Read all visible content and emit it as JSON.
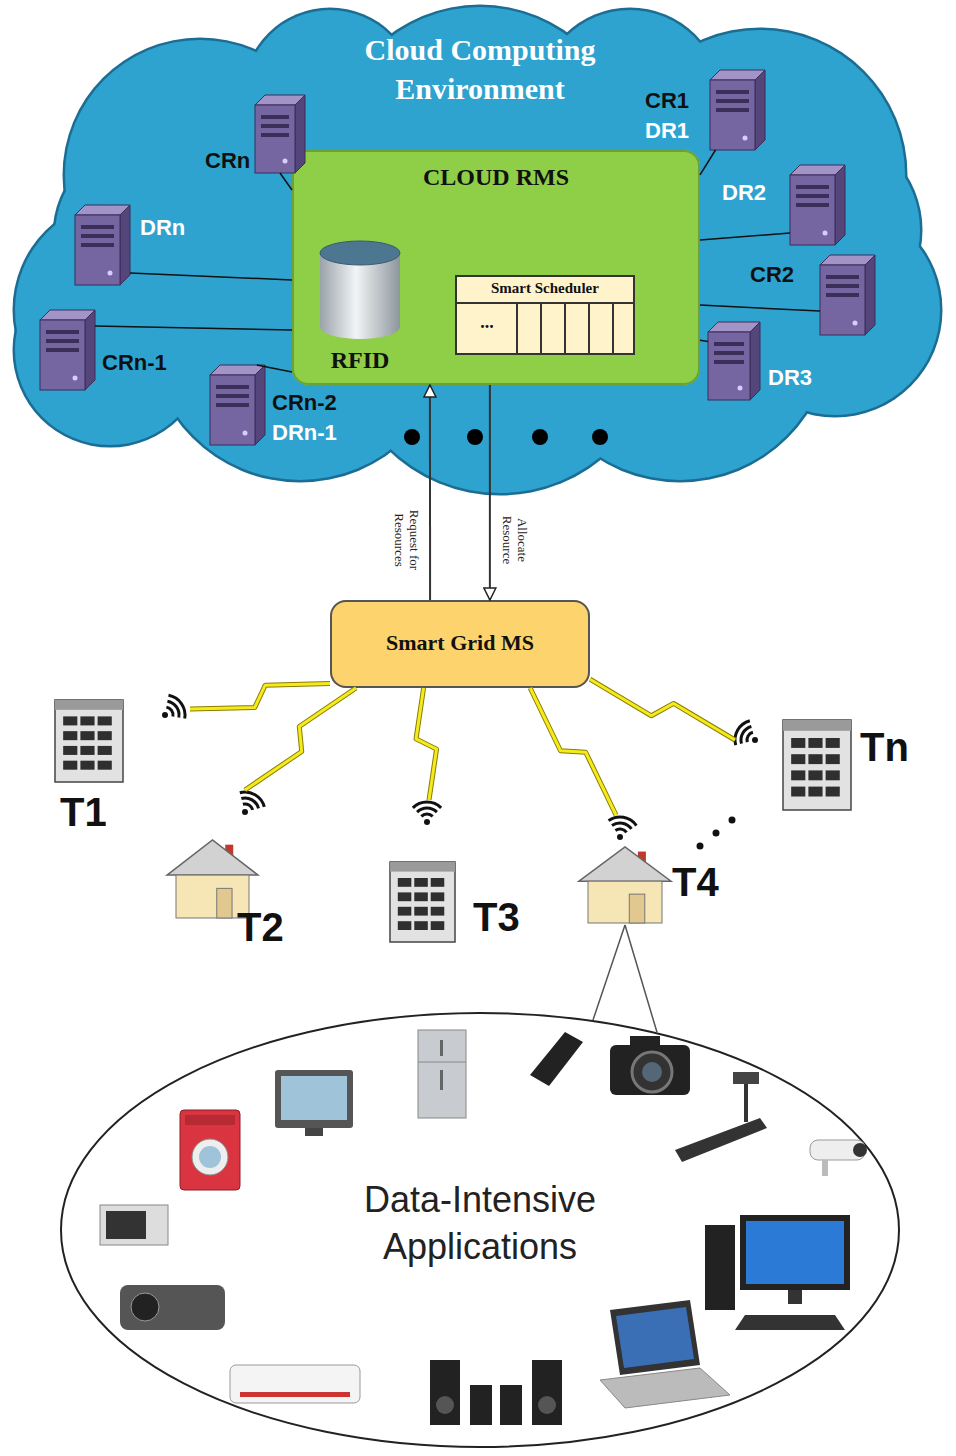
{
  "diagram": {
    "nodes": [
      {
        "text": [
          "Cloud Computing Environment"
        ]
      },
      {
        "text": [
          "CLOUD RMS"
        ],
        "in": 0
      },
      {
        "text": [
          "RFID"
        ],
        "in": 1
      },
      {
        "text": [
          "Smart Scheduler"
        ],
        "in": 1
      },
      {
        "text": [
          "CRn"
        ],
        "in": 0
      },
      {
        "text": [
          "CR1",
          "DR1"
        ],
        "in": 0
      },
      {
        "text": [
          "DR2"
        ],
        "in": 0
      },
      {
        "text": [
          "DRn"
        ],
        "in": 0
      },
      {
        "text": [
          "CR2"
        ],
        "in": 0
      },
      {
        "text": [
          "CRn-1"
        ],
        "in": 0
      },
      {
        "text": [
          "CRn-2",
          "DRn-1"
        ],
        "in": 0
      },
      {
        "text": [
          "DR3"
        ],
        "in": 0
      },
      {
        "text": [
          "Smart Grid MS"
        ]
      },
      {
        "text": [
          "T1"
        ]
      },
      {
        "text": [
          "T2"
        ]
      },
      {
        "text": [
          "T3"
        ]
      },
      {
        "text": [
          "T4"
        ]
      },
      {
        "text": [
          "Tn"
        ]
      },
      {
        "text": [
          "Data-Intensive Applications"
        ]
      }
    ],
    "edges": [
      {
        "from": 4,
        "to": 1,
        "arrow": "none"
      },
      {
        "from": 5,
        "to": 1,
        "arrow": "none"
      },
      {
        "from": 6,
        "to": 1,
        "arrow": "none"
      },
      {
        "from": 7,
        "to": 1,
        "arrow": "none"
      },
      {
        "from": 8,
        "to": 1,
        "arrow": "none"
      },
      {
        "from": 9,
        "to": 1,
        "arrow": "none"
      },
      {
        "from": 10,
        "to": 1,
        "arrow": "none"
      },
      {
        "from": 11,
        "to": 1,
        "arrow": "none"
      },
      {
        "from": 12,
        "to": 1,
        "arrow": "to",
        "label": "Request for Resources"
      },
      {
        "from": 1,
        "to": 12,
        "arrow": "to",
        "label": "Allocate Resource"
      },
      {
        "from": 12,
        "to": 13,
        "arrow": "none"
      },
      {
        "from": 12,
        "to": 14,
        "arrow": "none"
      },
      {
        "from": 12,
        "to": 15,
        "arrow": "none"
      },
      {
        "from": 12,
        "to": 16,
        "arrow": "none"
      },
      {
        "from": 12,
        "to": 17,
        "arrow": "none"
      },
      {
        "from": 16,
        "to": 18,
        "arrow": "none"
      }
    ],
    "labels": [
      "..."
    ]
  }
}
